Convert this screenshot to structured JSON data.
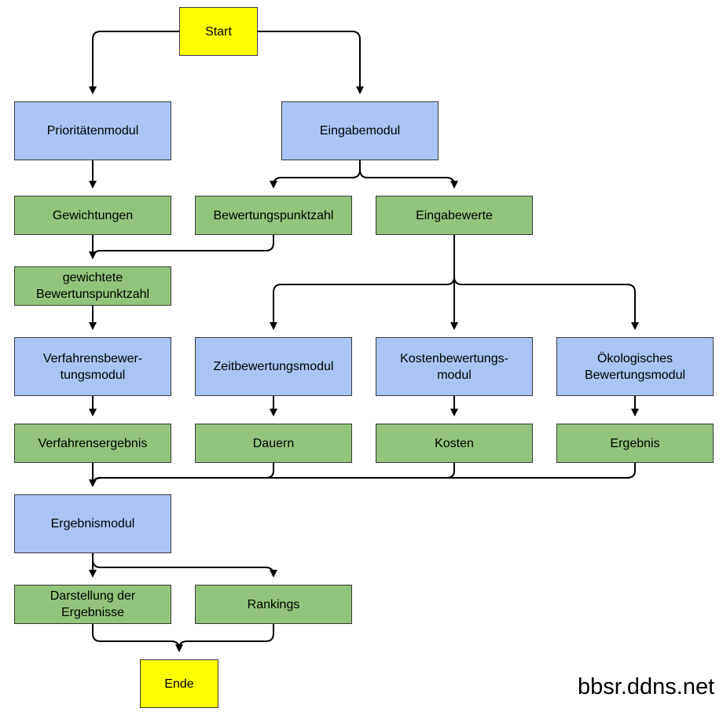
{
  "nodes": {
    "start": "Start",
    "prioritaetenmodul": "Prioritätenmodul",
    "eingabemodul": "Eingabemodul",
    "gewichtungen": "Gewichtungen",
    "bewertungspunktzahl": "Bewertungspunktzahl",
    "eingabewerte": "Eingabewerte",
    "gewichtete_bewertung": "gewichtete\nBewertunspunktzahl",
    "verfahrensbewertungsmodul": "Verfahrensbewer-\ntungsmodul",
    "zeitbewertungsmodul": "Zeitbewertungsmodul",
    "kostenbewertungsmodul": "Kostenbewertungs-\nmodul",
    "oekologisches_modul": "Ökologisches\nBewertungsmodul",
    "verfahrensergebnis": "Verfahrensergebnis",
    "dauern": "Dauern",
    "kosten": "Kosten",
    "ergebnis": "Ergebnis",
    "ergebnismodul": "Ergebnismodul",
    "darstellung": "Darstellung der\nErgebnisse",
    "rankings": "Rankings",
    "ende": "Ende"
  },
  "colors": {
    "terminal": "#ffff00",
    "module": "#a9c4f5",
    "data": "#93c47d",
    "connector": "#000000"
  },
  "watermark": "bbsr.ddns.net"
}
